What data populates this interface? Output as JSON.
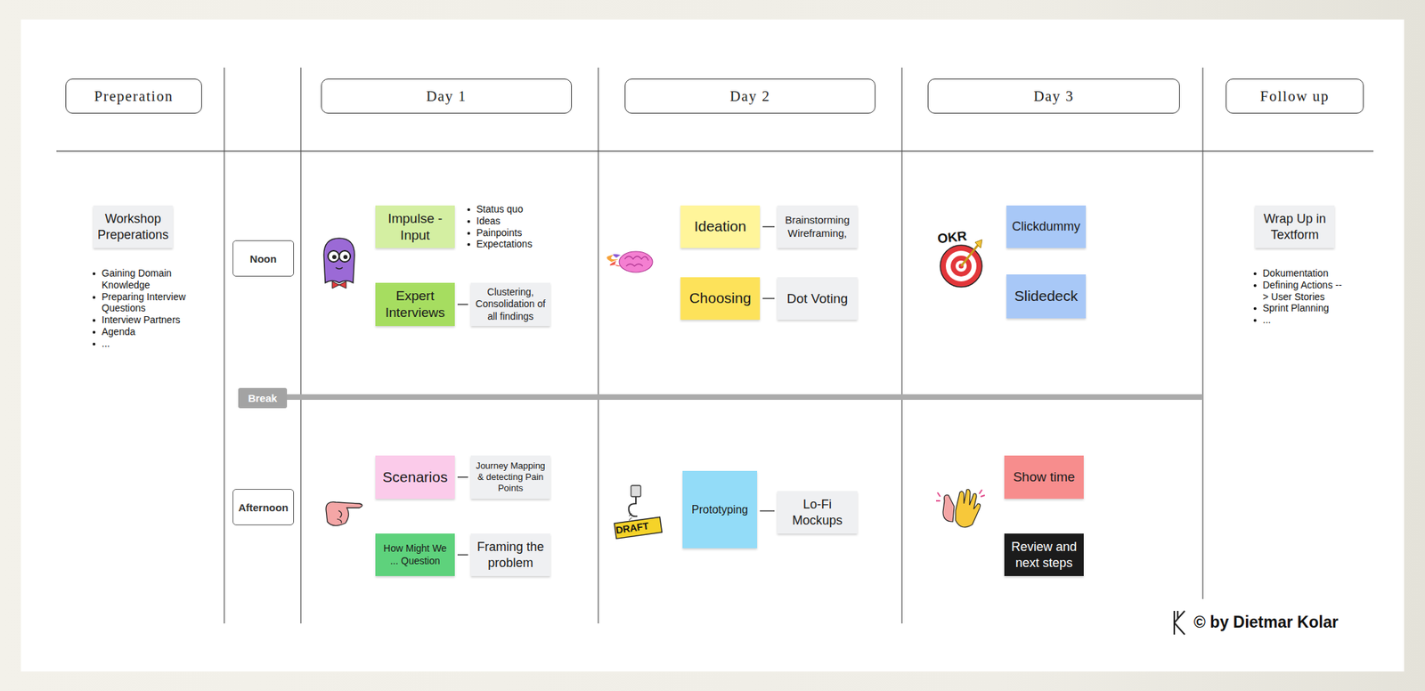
{
  "diagram": {
    "nodes": [
      {
        "text": [
          "Preperation"
        ]
      },
      {
        "text": [
          "Day 1"
        ]
      },
      {
        "text": [
          "Day 2"
        ]
      },
      {
        "text": [
          "Day 3"
        ]
      },
      {
        "text": [
          "Follow up"
        ]
      },
      {
        "text": [
          "Noon"
        ]
      },
      {
        "text": [
          "Afternoon"
        ]
      },
      {
        "text": [
          "Break"
        ]
      },
      {
        "text": [
          "Workshop Preperations"
        ]
      },
      {
        "text": [
          "Impulse - Input"
        ]
      },
      {
        "text": [
          "Expert Interviews"
        ]
      },
      {
        "text": [
          "Clustering, Consolidation of all findings"
        ]
      },
      {
        "text": [
          "Scenarios"
        ]
      },
      {
        "text": [
          "Journey Mapping & detecting Pain Points"
        ]
      },
      {
        "text": [
          "How Might We ... Question"
        ]
      },
      {
        "text": [
          "Framing the problem"
        ]
      },
      {
        "text": [
          "Ideation"
        ]
      },
      {
        "text": [
          "Brainstorming Wireframing,"
        ]
      },
      {
        "text": [
          "Choosing"
        ]
      },
      {
        "text": [
          "Dot Voting"
        ]
      },
      {
        "text": [
          "Prototyping"
        ]
      },
      {
        "text": [
          "Lo-Fi Mockups"
        ]
      },
      {
        "text": [
          "Clickdummy"
        ]
      },
      {
        "text": [
          "Slidedeck"
        ]
      },
      {
        "text": [
          "Show time"
        ]
      },
      {
        "text": [
          "Review and next steps"
        ]
      },
      {
        "text": [
          "Wrap Up in Textform"
        ]
      }
    ],
    "edges": [
      {
        "from": 10,
        "to": 11,
        "arrow": "none"
      },
      {
        "from": 12,
        "to": 13,
        "arrow": "none"
      },
      {
        "from": 14,
        "to": 15,
        "arrow": "none"
      },
      {
        "from": 16,
        "to": 17,
        "arrow": "none"
      },
      {
        "from": 18,
        "to": 19,
        "arrow": "none"
      },
      {
        "from": 20,
        "to": 21,
        "arrow": "none"
      }
    ],
    "labels": [
      "Gaining Domain Knowledge",
      "Preparing Interview Questions",
      "Interview Partners",
      "Agenda",
      "...",
      "Status quo",
      "Ideas",
      "Painpoints",
      "Expectations",
      "Dokumentation",
      "Defining Actions --> User Stories",
      "Sprint Planning",
      "...",
      "OKR",
      "DRAFT",
      "© by Dietmar Kolar"
    ]
  }
}
